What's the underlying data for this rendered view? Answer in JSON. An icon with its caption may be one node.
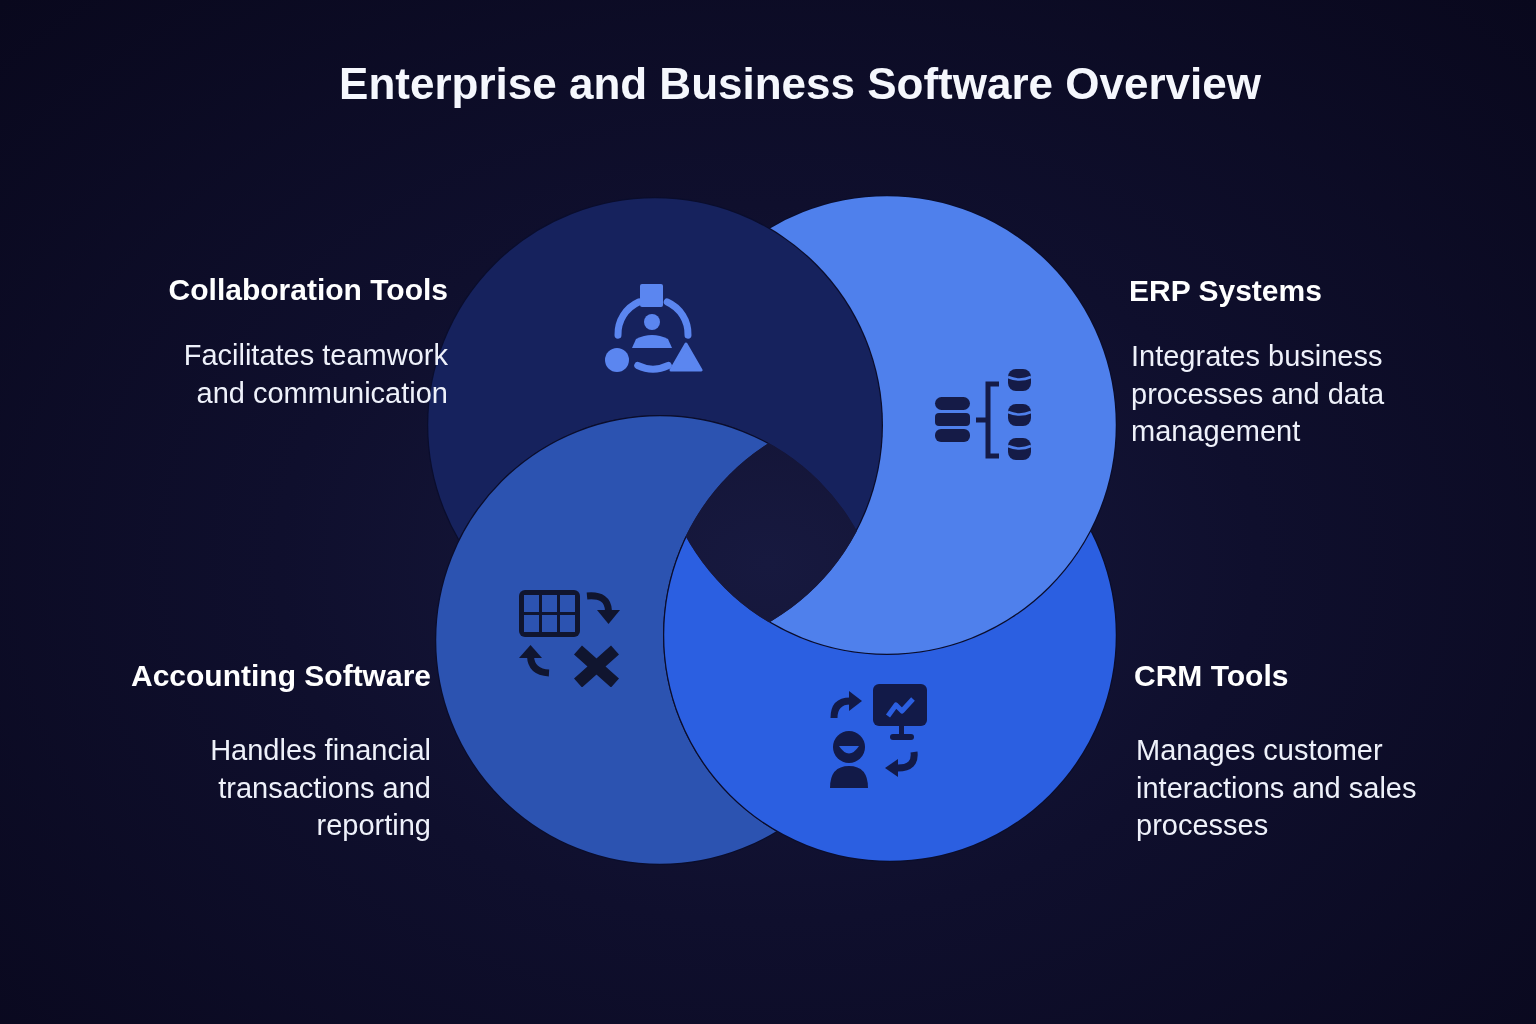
{
  "diagram": {
    "title": "Enterprise and Business Software Overview",
    "nodes": [
      {
        "text": [
          "Collaboration Tools",
          "Facilitates teamwork and communication"
        ]
      },
      {
        "text": [
          "ERP Systems",
          "Integrates business processes and data management"
        ]
      },
      {
        "text": [
          "Accounting Software",
          "Handles financial transactions and reporting"
        ]
      },
      {
        "text": [
          "CRM Tools",
          "Manages customer interactions and sales processes"
        ]
      }
    ]
  }
}
